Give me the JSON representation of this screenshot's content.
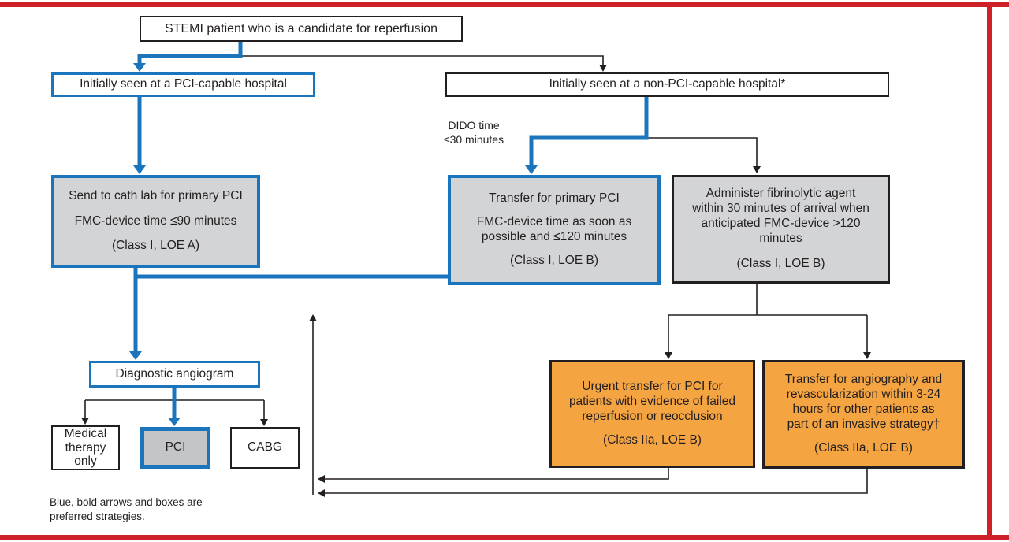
{
  "colors": {
    "blue": "#1b75bc",
    "orange": "#f5a442",
    "gray": "#d3d4d6",
    "gray_dark": "#c3c5c7",
    "red": "#cd2127",
    "ink": "#231f20"
  },
  "nodes": {
    "stemi": {
      "text": "STEMI patient who is a candidate for reperfusion"
    },
    "pci_capable": {
      "text": "Initially seen at a PCI-capable hospital"
    },
    "non_pci": {
      "text": "Initially seen at a non-PCI-capable hospital*"
    },
    "cath_lab": {
      "line1": "Send to cath lab for primary PCI",
      "line2": "FMC-device time ≤90 minutes",
      "loe": "(Class I, LOE A)"
    },
    "transfer_pci": {
      "line1": "Transfer for primary PCI",
      "line2a": "FMC-device time as soon as",
      "line2b": "possible and ≤120 minutes",
      "loe": "(Class I, LOE B)"
    },
    "fibrinolytic": {
      "lines": [
        "Administer fibrinolytic agent",
        "within 30 minutes of arrival when",
        "anticipated FMC-device >120",
        "minutes"
      ],
      "loe": "(Class I, LOE B)"
    },
    "diagnostic": {
      "text": "Diagnostic angiogram"
    },
    "medical_therapy": {
      "lines": [
        "Medical",
        "therapy",
        "only"
      ]
    },
    "pci": {
      "text": "PCI"
    },
    "cabg": {
      "text": "CABG"
    },
    "urgent_transfer": {
      "lines": [
        "Urgent transfer for PCI for",
        "patients with evidence of failed",
        "reperfusion or reocclusion"
      ],
      "loe": "(Class IIa, LOE B)"
    },
    "angio_transfer": {
      "lines": [
        "Transfer for angiography and",
        "revascularization within 3-24",
        "hours for other patients as",
        "part of an invasive strategy†"
      ],
      "loe": "(Class IIa, LOE B)"
    }
  },
  "labels": {
    "dido_line1": "DIDO time",
    "dido_line2": "≤30 minutes"
  },
  "footnote": {
    "line1": "Blue, bold arrows and boxes are",
    "line2": "preferred strategies."
  }
}
